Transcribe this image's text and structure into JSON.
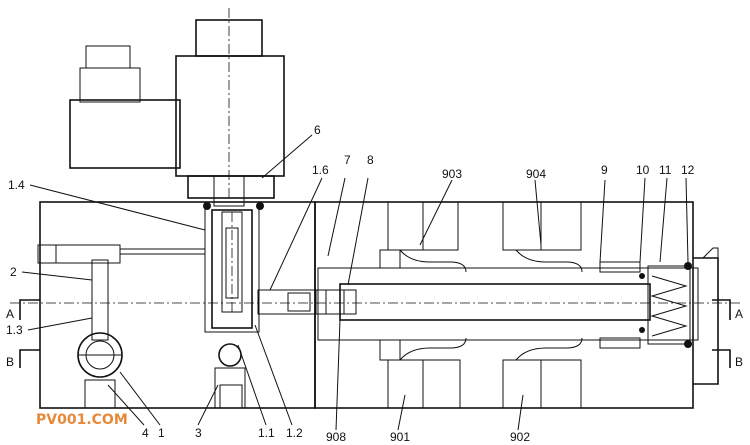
{
  "labels": {
    "l_1_4": "1.4",
    "l_6": "6",
    "l_1_6": "1.6",
    "l_7": "7",
    "l_8": "8",
    "l_903": "903",
    "l_904": "904",
    "l_9": "9",
    "l_10": "10",
    "l_11": "11",
    "l_12": "12",
    "l_2": "2",
    "l_1_3": "1.3",
    "l_A_left": "A",
    "l_B_left": "B",
    "l_A_right": "A",
    "l_B_right": "B",
    "l_4": "4",
    "l_1": "1",
    "l_3": "3",
    "l_1_1": "1.1",
    "l_1_2": "1.2",
    "l_908": "908",
    "l_901": "901",
    "l_902": "902"
  },
  "watermark": "PV001.COM",
  "colors": {
    "line": "#111111",
    "watermark": "#e58a3b",
    "background": "#ffffff"
  }
}
